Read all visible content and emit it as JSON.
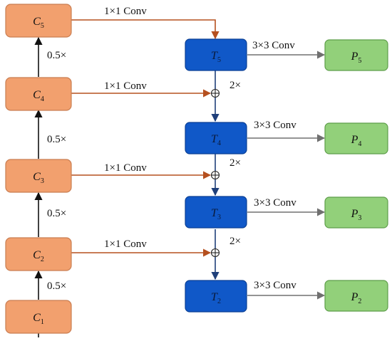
{
  "colors": {
    "c_fill": "#F2A06E",
    "c_stroke": "#C97E52",
    "t_fill": "#1058C8",
    "t_stroke": "#0A3F94",
    "p_fill": "#92D07A",
    "p_stroke": "#5E9E4A",
    "lateral_arrow": "#B5501F",
    "main_arrow": "#111111",
    "conv_arrow": "#707070",
    "topdown_arrow": "#1F3F7A"
  },
  "nodes": {
    "c5": {
      "base": "C",
      "sub": "5"
    },
    "c4": {
      "base": "C",
      "sub": "4"
    },
    "c3": {
      "base": "C",
      "sub": "3"
    },
    "c2": {
      "base": "C",
      "sub": "2"
    },
    "c1": {
      "base": "C",
      "sub": "1"
    },
    "t5": {
      "base": "T",
      "sub": "5"
    },
    "t4": {
      "base": "T",
      "sub": "4"
    },
    "t3": {
      "base": "T",
      "sub": "3"
    },
    "t2": {
      "base": "T",
      "sub": "2"
    },
    "p5": {
      "base": "P",
      "sub": "5"
    },
    "p4": {
      "base": "P",
      "sub": "4"
    },
    "p3": {
      "base": "P",
      "sub": "3"
    },
    "p2": {
      "base": "P",
      "sub": "2"
    }
  },
  "labels": {
    "lateral_5": "1×1 Conv",
    "lateral_4": "1×1 Conv",
    "lateral_3": "1×1 Conv",
    "lateral_2": "1×1 Conv",
    "down_c5": "0.5×",
    "down_c4": "0.5×",
    "down_c3": "0.5×",
    "down_c2": "0.5×",
    "up_4": "2×",
    "up_3": "2×",
    "up_2": "2×",
    "conv3_5": "3×3 Conv",
    "conv3_4": "3×3 Conv",
    "conv3_3": "3×3 Conv",
    "conv3_2": "3×3 Conv"
  }
}
